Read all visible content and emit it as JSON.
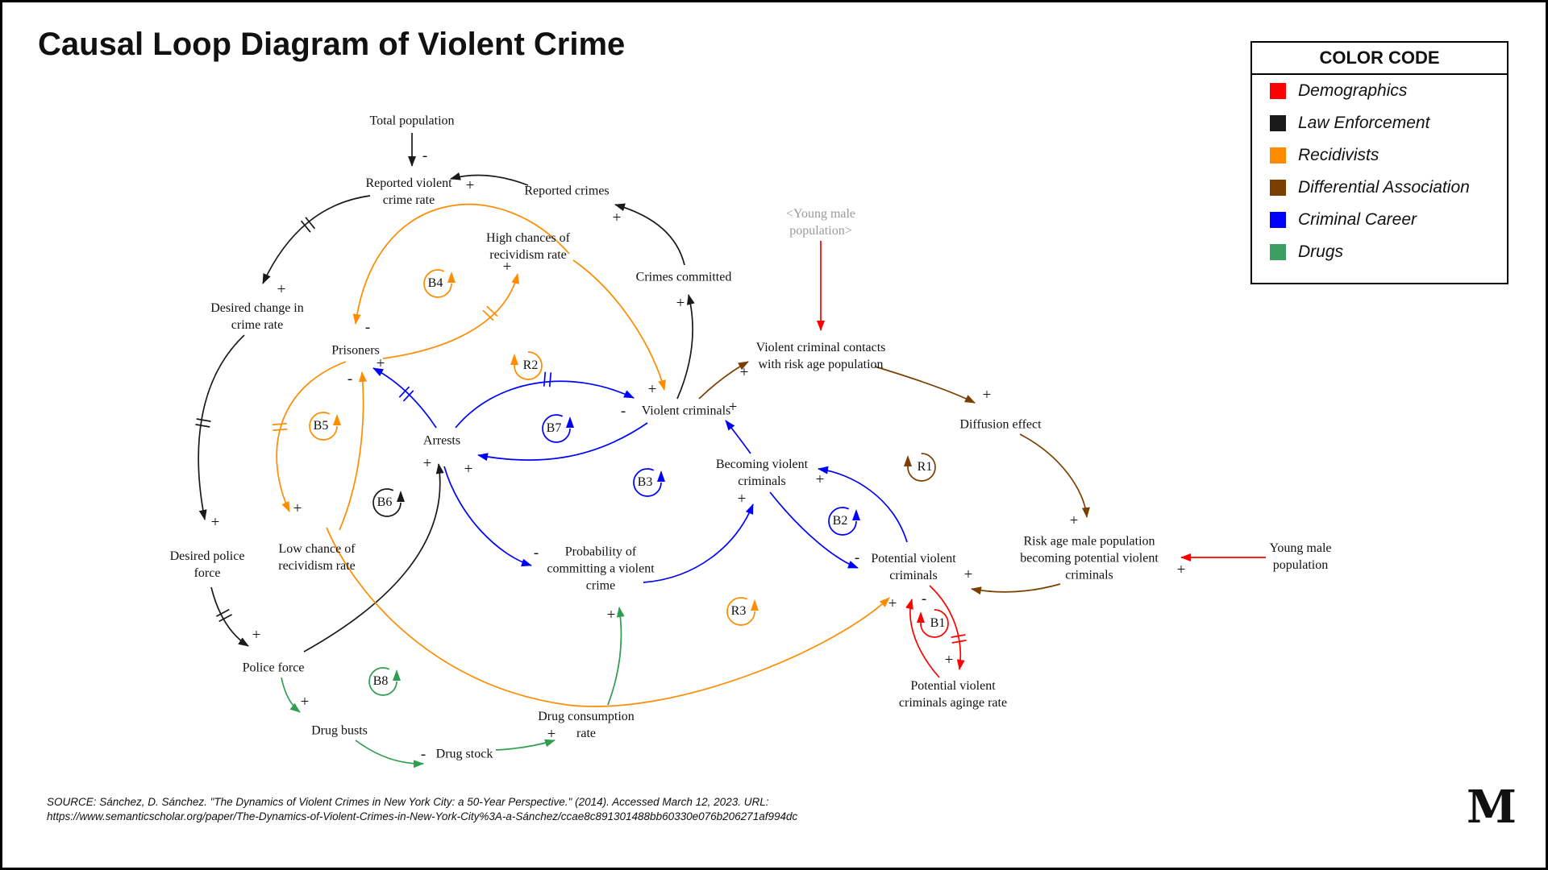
{
  "title": "Causal Loop Diagram of Violent Crime",
  "legend": {
    "title": "COLOR CODE",
    "items": [
      {
        "label": "Demographics",
        "color": "#ff0000"
      },
      {
        "label": "Law Enforcement",
        "color": "#1a1a1a"
      },
      {
        "label": "Recidivists",
        "color": "#ff8c00"
      },
      {
        "label": "Differential Association",
        "color": "#7b3f00"
      },
      {
        "label": "Criminal Career",
        "color": "#0000ff"
      },
      {
        "label": "Drugs",
        "color": "#3d9e64"
      }
    ]
  },
  "nodes": {
    "total_population": {
      "label": "Total population"
    },
    "reported_violent_crime_rate": {
      "label": "Reported violent\ncrime rate"
    },
    "reported_crimes": {
      "label": "Reported crimes"
    },
    "high_chances_recividism": {
      "label": "High chances of\nrecividism rate"
    },
    "crimes_committed": {
      "label": "Crimes committed"
    },
    "young_male_population_ghost": {
      "label": "<Young male\npopulation>"
    },
    "violent_criminal_contacts": {
      "label": "Violent criminal contacts\nwith risk age population"
    },
    "desired_change_crime_rate": {
      "label": "Desired change in\ncrime rate"
    },
    "prisoners": {
      "label": "Prisoners"
    },
    "violent_criminals": {
      "label": "Violent criminals"
    },
    "diffusion_effect": {
      "label": "Diffusion effect"
    },
    "arrests": {
      "label": "Arrests"
    },
    "becoming_violent_criminals": {
      "label": "Becoming violent\ncriminals"
    },
    "desired_police_force": {
      "label": "Desired police\nforce"
    },
    "low_chance_recividism": {
      "label": "Low chance of\nrecividism rate"
    },
    "probability_committing": {
      "label": "Probability of\ncommitting a violent\ncrime"
    },
    "potential_violent_criminals": {
      "label": "Potential violent\ncriminals"
    },
    "risk_age_male_population": {
      "label": "Risk age male population\nbecoming potential violent\ncriminals"
    },
    "young_male_population": {
      "label": "Young male\npopulation"
    },
    "police_force": {
      "label": "Police force"
    },
    "drug_busts": {
      "label": "Drug busts"
    },
    "drug_consumption_rate": {
      "label": "Drug consumption\nrate"
    },
    "drug_stock": {
      "label": "Drug stock"
    },
    "aging_rate": {
      "label": "Potential violent\ncriminals aginge rate"
    }
  },
  "loops": {
    "b1": "B1",
    "b2": "B2",
    "b3": "B3",
    "b4": "B4",
    "b5": "B5",
    "b6": "B6",
    "b7": "B7",
    "b8": "B8",
    "r1": "R1",
    "r2": "R2",
    "r3": "R3"
  },
  "signs": {
    "total_pop_minus": "-",
    "repcrimes_to_rvcr_plus": "+",
    "crimescom_to_repcrimes_plus": "+",
    "vc_to_crimescom_plus": "+",
    "rvcr_to_deschange_plus": "+",
    "deschange_to_despolice_plus": "+",
    "despolice_to_police_plus": "+",
    "police_to_arrests_plus": "+",
    "arrests_to_prisoners_plus": "+",
    "highchance_to_prisoners_minus": "-",
    "lowchance_to_prisoners_minus": "-",
    "prisoners_to_highchance_plus": "+",
    "prisoners_to_lowchance_plus": "+",
    "violent_criminals_minus": "-",
    "vc_to_arrests_plus": "+",
    "arrests_to_prob_minus": "-",
    "prob_to_becoming_plus": "+",
    "becoming_to_vc_plus": "+",
    "potential_to_becoming_plus": "+",
    "becoming_to_potential_minus": "-",
    "highchance_to_vc_plus": "+",
    "lowchance_to_potential_plus": "+",
    "vc_to_contacts_plus": "+",
    "contacts_to_diffusion_plus": "+",
    "diffusion_to_riskage_plus": "+",
    "riskage_to_potential_plus": "+",
    "youngmale_to_riskage_plus": "+",
    "potential_to_aging_plus": "+",
    "aging_to_potential_minus": "-",
    "police_to_drugbusts_plus": "+",
    "drugbusts_to_drugstock_minus": "-",
    "drugstock_to_consumption_plus": "+",
    "consumption_to_prob_plus": "+"
  },
  "source": {
    "line1": "SOURCE: Sánchez, D. Sánchez. \"The Dynamics of Violent Crimes in New York City: a 50-Year Perspective.\" (2014). Accessed March 12, 2023. URL:",
    "line2": "https://www.semanticscholar.org/paper/The-Dynamics-of-Violent-Crimes-in-New-York-City%3A-a-Sánchez/ccae8c891301488bb60330e076b206271af994dc"
  },
  "logo": "M"
}
